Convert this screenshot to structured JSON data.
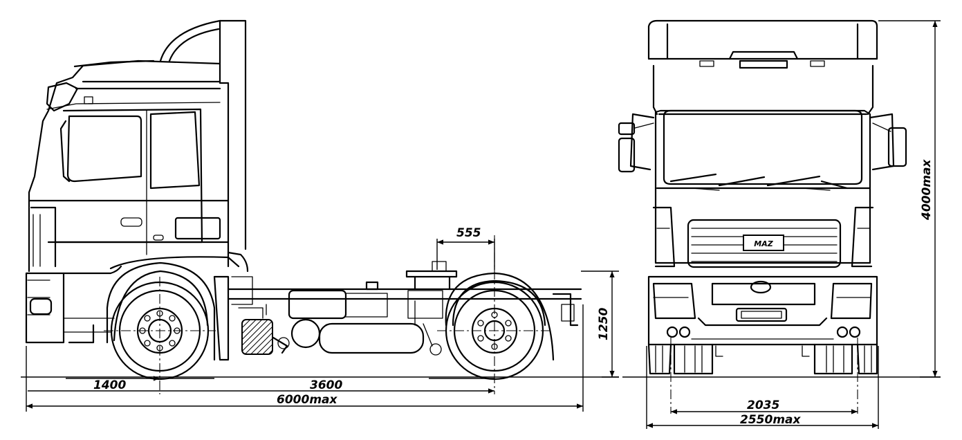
{
  "dimensions": {
    "fifth_wheel_offset": "555",
    "fifth_wheel_height": "1250",
    "front_overhang": "1400",
    "wheelbase": "3600",
    "overall_length": "6000max",
    "track_width": "2035",
    "overall_width": "2550max",
    "overall_height": "4000max"
  },
  "badge_text": "MAZ"
}
